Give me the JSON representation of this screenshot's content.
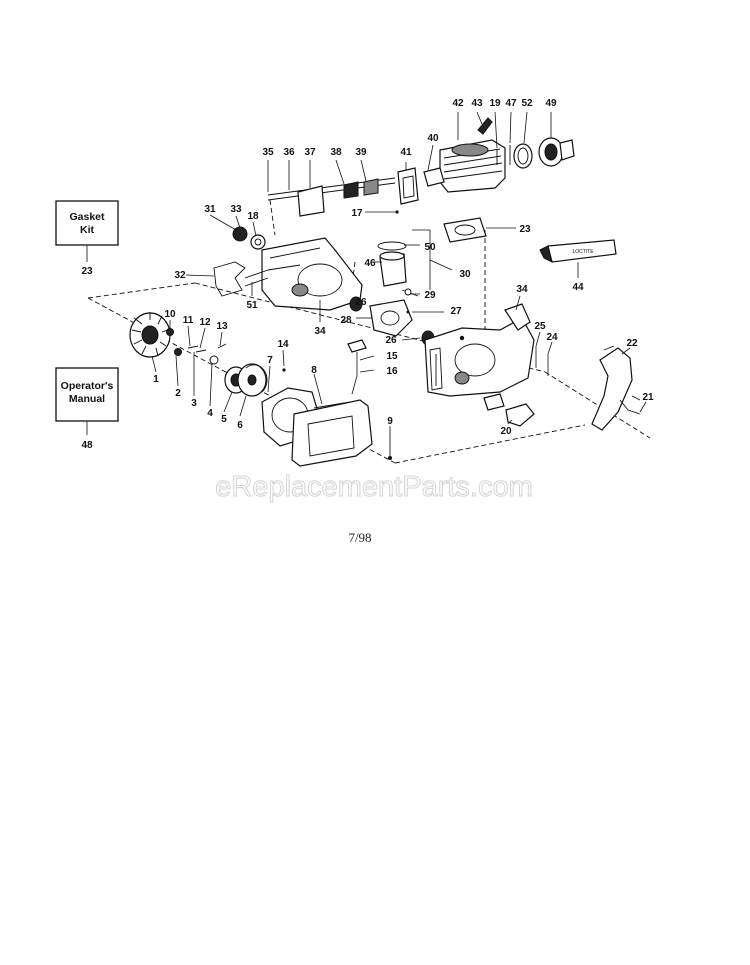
{
  "boxes": {
    "gasket_kit": {
      "title_line1": "Gasket",
      "title_line2": "Kit",
      "number": "23"
    },
    "operators_manual": {
      "title_line1": "Operator's",
      "title_line2": "Manual",
      "number": "48"
    }
  },
  "callouts": {
    "n1": "1",
    "n2": "2",
    "n3": "3",
    "n4": "4",
    "n5": "5",
    "n6": "6",
    "n7": "7",
    "n8": "8",
    "n9": "9",
    "n10": "10",
    "n11": "11",
    "n12": "12",
    "n13": "13",
    "n14": "14",
    "n15": "15",
    "n16": "16",
    "n17": "17",
    "n18": "18",
    "n19": "19",
    "n20": "20",
    "n21": "21",
    "n22": "22",
    "n23": "23",
    "n24": "24",
    "n25": "25",
    "n26": "26",
    "n26b": "26",
    "n27": "27",
    "n28": "28",
    "n29": "29",
    "n30": "30",
    "n31": "31",
    "n32": "32",
    "n33": "33",
    "n34a": "34",
    "n34b": "34",
    "n35": "35",
    "n36": "36",
    "n37": "37",
    "n38": "38",
    "n39": "39",
    "n40": "40",
    "n41": "41",
    "n42": "42",
    "n43": "43",
    "n44": "44",
    "n46": "46",
    "n47": "47",
    "n49": "49",
    "n50": "50",
    "n51": "51",
    "n52": "52"
  },
  "tube_label": "LOCTITE",
  "watermark": "eReplacementParts.com",
  "date": "7/98"
}
